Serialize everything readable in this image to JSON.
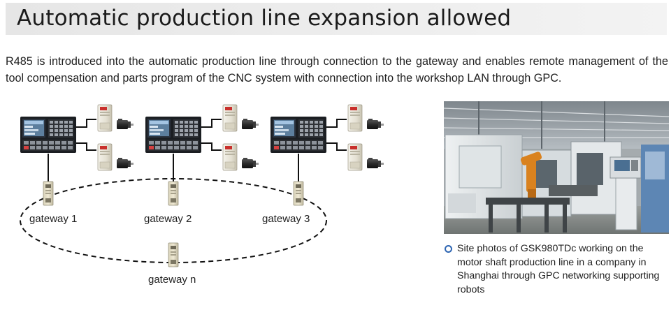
{
  "header": {
    "title": "Automatic production line expansion allowed"
  },
  "intro": {
    "text": "R485 is introduced into the automatic production line through connection to the gateway and enables remote management of the tool compensation and parts program of the CNC system with connection into the workshop LAN through GPC."
  },
  "diagram": {
    "gateways": [
      {
        "label": "gateway 1"
      },
      {
        "label": "gateway 2"
      },
      {
        "label": "gateway 3"
      },
      {
        "label": "gateway n"
      }
    ]
  },
  "photo": {
    "caption": "Site photos of GSK980TDc working on the motor shaft production line in a company in Shanghai through GPC networking supporting robots"
  },
  "colors": {
    "bullet": "#2f66b3",
    "title_bar": "#e8e8e8",
    "robot_arm": "#d9821f"
  }
}
